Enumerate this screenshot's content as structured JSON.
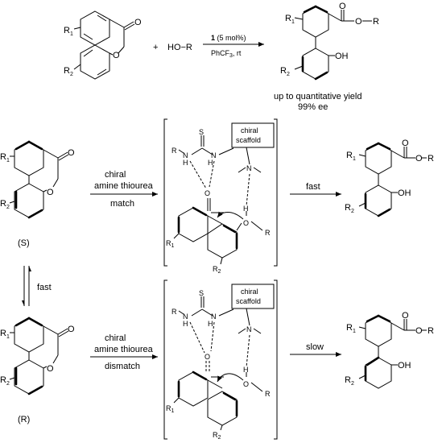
{
  "top_reaction": {
    "reagent_plus": "+",
    "reagent": "HO−R",
    "catalyst_number": "1",
    "catalyst_loading": " (5 mol%)",
    "conditions": "PhCF",
    "conditions_sub": "3",
    "conditions_tail": ", rt",
    "yield_line": "up to quantitative yield",
    "ee_line": "99% ee"
  },
  "labels": {
    "R1": "R",
    "R1_sub": "1",
    "R2": "R",
    "R2_sub": "2",
    "R": "R",
    "O": "O",
    "OH": "OH",
    "S": "S",
    "N": "N",
    "H": "H",
    "NH": "NH",
    "HN": "N"
  },
  "stereo": {
    "s_label": "(S)",
    "r_label": "(R)",
    "equilibrium_label": "fast"
  },
  "match_path": {
    "arrow_line1": "chiral",
    "arrow_line2": "amine thiourea",
    "arrow_line3": "match",
    "scaffold_line1": "chiral",
    "scaffold_line2": "scaffold",
    "product_arrow": "fast"
  },
  "dismatch_path": {
    "arrow_line1": "chiral",
    "arrow_line2": "amine thiourea",
    "arrow_line3": "dismatch",
    "scaffold_line1": "chiral",
    "scaffold_line2": "scaffold",
    "product_arrow": "slow"
  }
}
